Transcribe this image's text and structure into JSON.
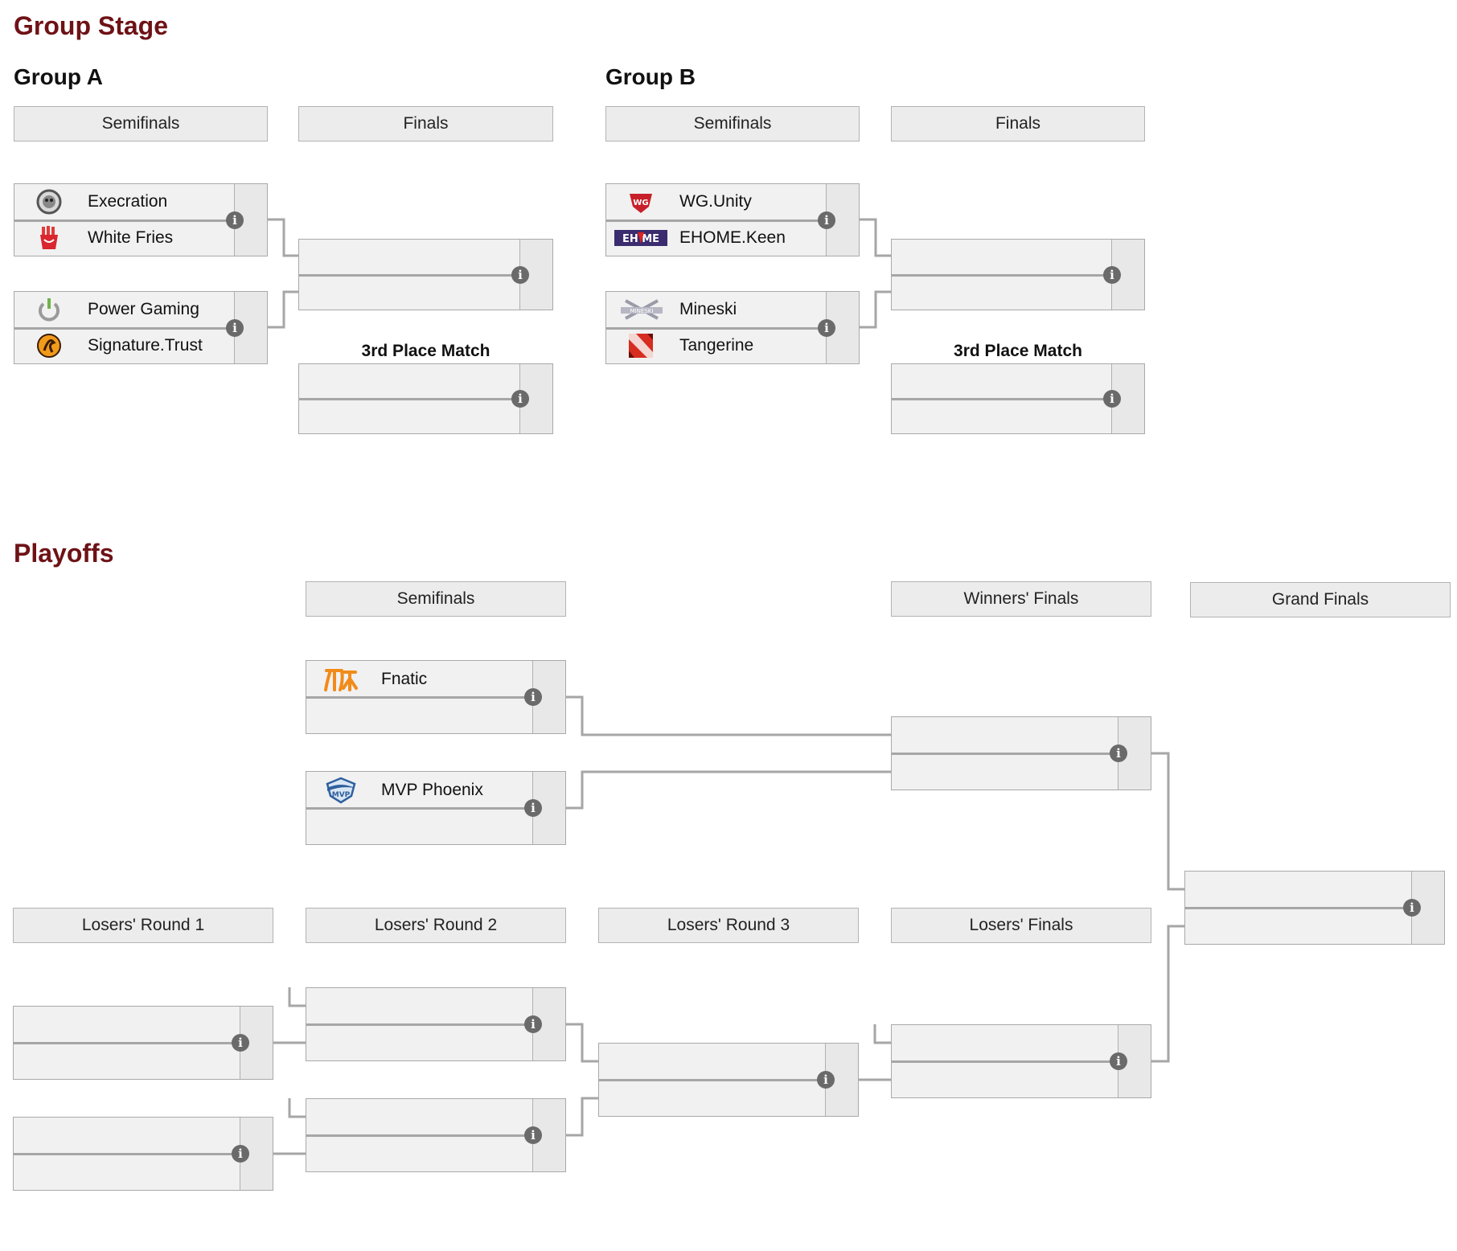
{
  "group_stage": {
    "title": "Group Stage",
    "groups": [
      {
        "title": "Group A",
        "rounds": [
          "Semifinals",
          "Finals"
        ],
        "semifinals": [
          {
            "teams": [
              {
                "name": "Execration",
                "logo": "execration-logo"
              },
              {
                "name": "White Fries",
                "logo": "white-fries-logo"
              }
            ]
          },
          {
            "teams": [
              {
                "name": "Power Gaming",
                "logo": "power-gaming-logo"
              },
              {
                "name": "Signature.Trust",
                "logo": "signature-trust-logo"
              }
            ]
          }
        ],
        "third_place_label": "3rd Place Match"
      },
      {
        "title": "Group B",
        "rounds": [
          "Semifinals",
          "Finals"
        ],
        "semifinals": [
          {
            "teams": [
              {
                "name": "WG.Unity",
                "logo": "wg-unity-logo"
              },
              {
                "name": "EHOME.Keen",
                "logo": "ehome-keen-logo"
              }
            ]
          },
          {
            "teams": [
              {
                "name": "Mineski",
                "logo": "mineski-logo"
              },
              {
                "name": "Tangerine",
                "logo": "tangerine-logo"
              }
            ]
          }
        ],
        "third_place_label": "3rd Place Match"
      }
    ]
  },
  "playoffs": {
    "title": "Playoffs",
    "upper_rounds": [
      "Semifinals",
      "Winners' Finals",
      "Grand Finals"
    ],
    "lower_rounds": [
      "Losers' Round 1",
      "Losers' Round 2",
      "Losers' Round 3",
      "Losers' Finals"
    ],
    "semifinals": [
      {
        "teams": [
          {
            "name": "Fnatic",
            "logo": "fnatic-logo"
          },
          {
            "name": "",
            "logo": ""
          }
        ]
      },
      {
        "teams": [
          {
            "name": "MVP Phoenix",
            "logo": "mvp-phoenix-logo"
          },
          {
            "name": "",
            "logo": ""
          }
        ]
      }
    ]
  },
  "colors": {
    "section_title": "#6e1216",
    "header_bg": "#ececec",
    "match_bg": "#f1f1f1",
    "connector": "#a6a6a6",
    "info_icon": "#6a6a6a"
  },
  "icons": {
    "info": "i"
  }
}
